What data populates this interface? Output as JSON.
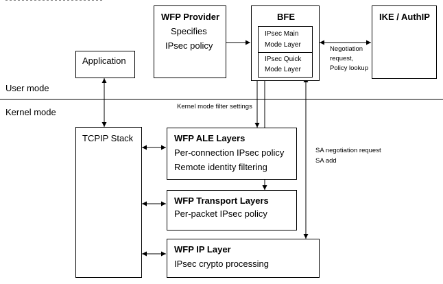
{
  "diagram": {
    "mode_labels": {
      "user_mode": "User mode",
      "kernel_mode": "Kernel mode"
    },
    "wfp_provider": {
      "title": "WFP Provider",
      "line1": "Specifies",
      "line2": "IPsec policy"
    },
    "bfe": {
      "title": "BFE",
      "main_mode": [
        "IPsec Main",
        "Mode Layer"
      ],
      "quick_mode": [
        "IPsec Quick",
        "Mode Layer"
      ]
    },
    "ike_authip": {
      "title": "IKE / AuthIP"
    },
    "application": {
      "title": "Application"
    },
    "tcpip_stack": {
      "title": "TCPIP Stack"
    },
    "wfp_ale": {
      "title": "WFP ALE Layers",
      "line1": "Per-connection IPsec policy",
      "line2": "Remote identity filtering"
    },
    "wfp_transport": {
      "title": "WFP Transport Layers",
      "line1": "Per-packet IPsec policy"
    },
    "wfp_ip": {
      "title": "WFP IP Layer",
      "line1": "IPsec crypto processing"
    },
    "edge_labels": {
      "negotiation": [
        "Negotiation",
        "request,",
        "Policy lookup"
      ],
      "kernel_filter": "Kernel mode filter settings",
      "sa": [
        "SA negotiation request",
        "SA add"
      ]
    }
  }
}
